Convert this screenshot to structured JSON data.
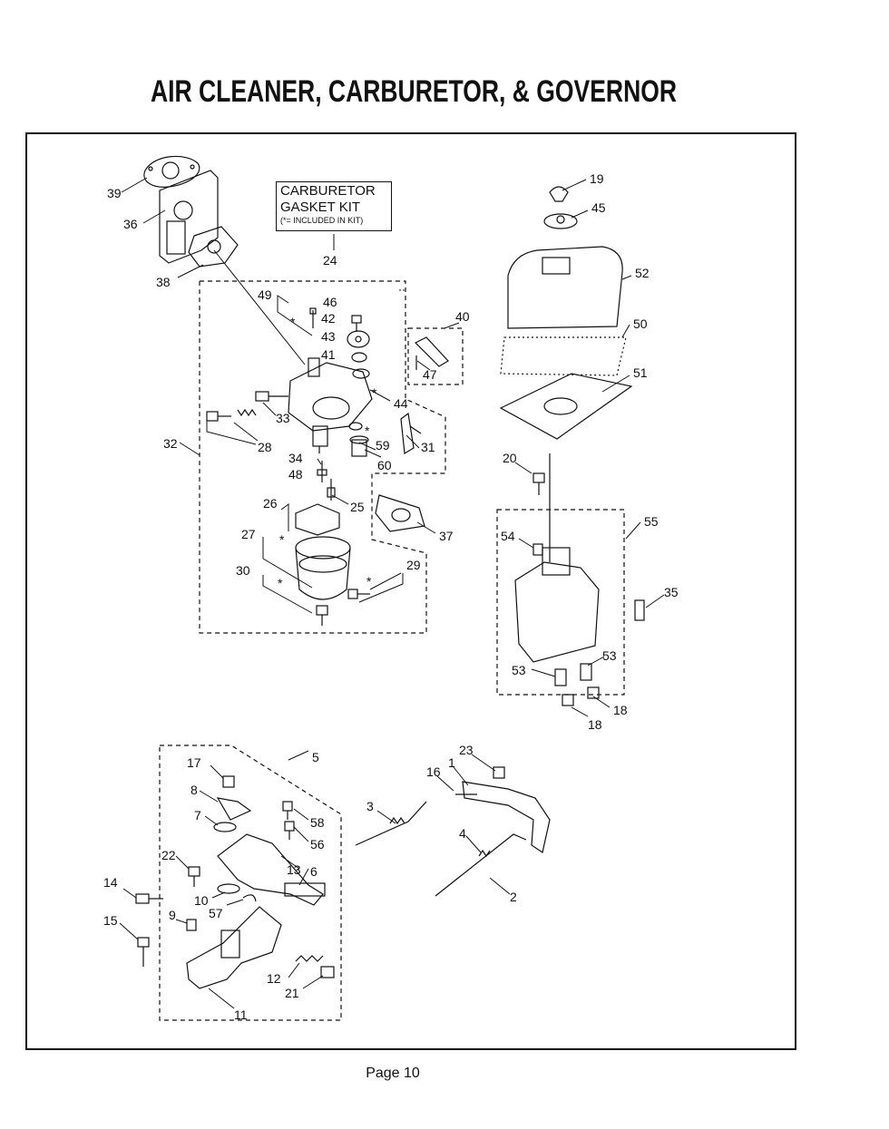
{
  "title": "AIR CLEANER, CARBURETOR, & GOVERNOR",
  "kit_box": {
    "line1": "CARBURETOR",
    "line2": "GASKET KIT",
    "note": "(*= INCLUDED IN KIT)"
  },
  "page_label": "Page 10",
  "asterisk": "*",
  "callouts": {
    "c1": "1",
    "c2": "2",
    "c3": "3",
    "c4": "4",
    "c5": "5",
    "c6": "6",
    "c7": "7",
    "c8": "8",
    "c9": "9",
    "c10": "10",
    "c11": "11",
    "c12": "12",
    "c13": "13",
    "c14": "14",
    "c15": "15",
    "c16": "16",
    "c17": "17",
    "c18a": "18",
    "c18b": "18",
    "c19": "19",
    "c20": "20",
    "c21": "21",
    "c22": "22",
    "c23": "23",
    "c24": "24",
    "c25": "25",
    "c26": "26",
    "c27": "27",
    "c28": "28",
    "c29": "29",
    "c30": "30",
    "c31": "31",
    "c32": "32",
    "c33": "33",
    "c34": "34",
    "c35": "35",
    "c36": "36",
    "c37": "37",
    "c38": "38",
    "c39": "39",
    "c40": "40",
    "c41": "41",
    "c42": "42",
    "c43": "43",
    "c44": "44",
    "c45": "45",
    "c46": "46",
    "c47": "47",
    "c48": "48",
    "c49": "49",
    "c50": "50",
    "c51": "51",
    "c52": "52",
    "c53a": "53",
    "c53b": "53",
    "c54": "54",
    "c55": "55",
    "c56": "56",
    "c57": "57",
    "c58": "58",
    "c59": "59",
    "c60": "60"
  }
}
